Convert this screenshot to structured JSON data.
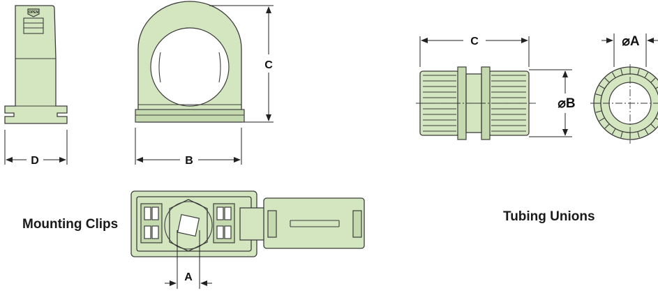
{
  "captions": {
    "mounting_clips": "Mounting Clips",
    "tubing_unions": "Tubing Unions"
  },
  "clip_side_view": {
    "dimension": "D",
    "stamp_text": "OPEN"
  },
  "clip_front_view": {
    "height_dimension": "C",
    "width_dimension": "B"
  },
  "clip_top_view": {
    "hole_dimension": "A"
  },
  "union_side_view": {
    "length_dimension": "C",
    "diameter_dimension": "⌀B"
  },
  "union_end_view": {
    "diameter_dimension": "⌀A"
  },
  "colors": {
    "part_fill": "#d4e6c0",
    "outline": "#3c3c3c"
  }
}
